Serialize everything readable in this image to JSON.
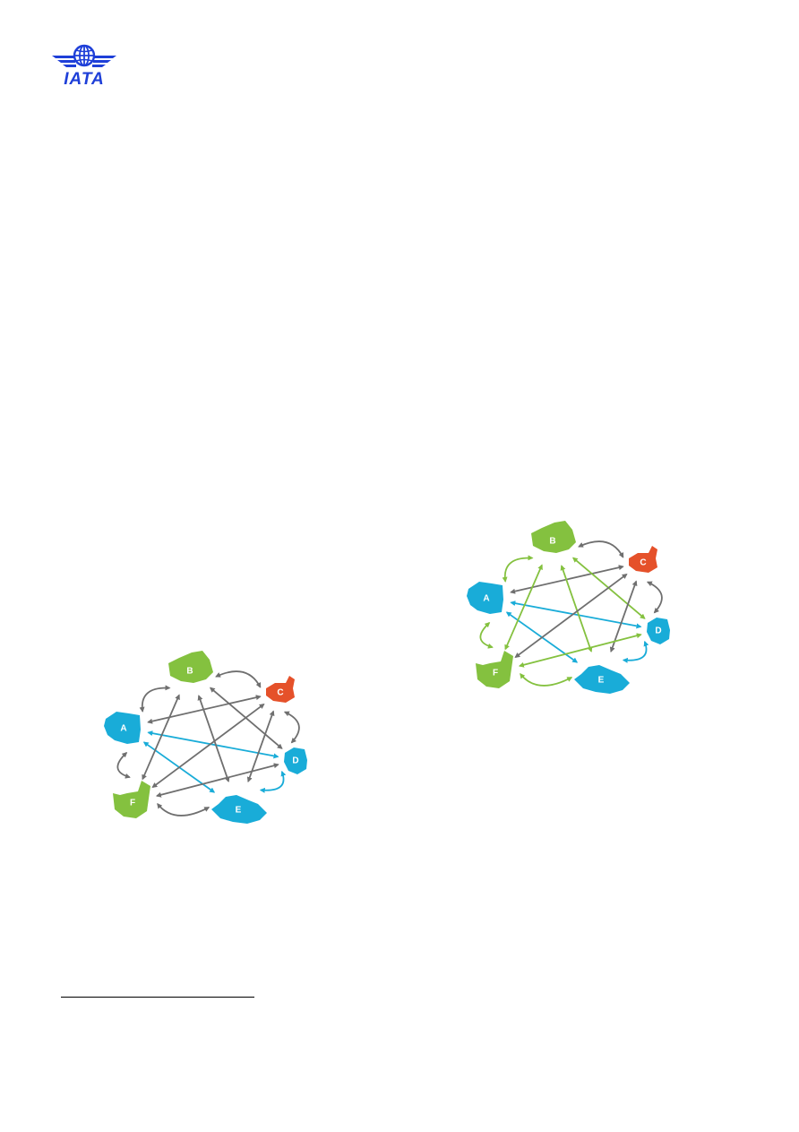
{
  "header": {
    "logo_text": "IATA",
    "logo_icon": "globe-wings-icon",
    "logo_color": "#1e3fd8"
  },
  "colors": {
    "blue": "#19acd8",
    "green": "#84c13f",
    "orange": "#e5512a",
    "grey": "#6f6f6f",
    "label": "#ffffff"
  },
  "diagrams": [
    {
      "nodes": [
        {
          "id": "A",
          "label": "A",
          "color": "blue"
        },
        {
          "id": "B",
          "label": "B",
          "color": "green"
        },
        {
          "id": "C",
          "label": "C",
          "color": "orange"
        },
        {
          "id": "D",
          "label": "D",
          "color": "blue"
        },
        {
          "id": "E",
          "label": "E",
          "color": "blue"
        },
        {
          "id": "F",
          "label": "F",
          "color": "green"
        }
      ],
      "links": [
        {
          "from": "A",
          "to": "B",
          "color": "grey",
          "curved": true
        },
        {
          "from": "B",
          "to": "C",
          "color": "grey",
          "curved": true
        },
        {
          "from": "C",
          "to": "D",
          "color": "grey",
          "curved": true
        },
        {
          "from": "D",
          "to": "E",
          "color": "blue",
          "curved": true
        },
        {
          "from": "E",
          "to": "F",
          "color": "grey",
          "curved": true
        },
        {
          "from": "F",
          "to": "A",
          "color": "grey",
          "curved": true
        },
        {
          "from": "A",
          "to": "C",
          "color": "grey",
          "curved": false
        },
        {
          "from": "A",
          "to": "D",
          "color": "blue",
          "curved": false
        },
        {
          "from": "A",
          "to": "E",
          "color": "blue",
          "curved": false
        },
        {
          "from": "B",
          "to": "D",
          "color": "grey",
          "curved": false
        },
        {
          "from": "B",
          "to": "E",
          "color": "grey",
          "curved": false
        },
        {
          "from": "B",
          "to": "F",
          "color": "grey",
          "curved": false
        },
        {
          "from": "C",
          "to": "E",
          "color": "grey",
          "curved": false
        },
        {
          "from": "C",
          "to": "F",
          "color": "grey",
          "curved": false
        },
        {
          "from": "D",
          "to": "F",
          "color": "grey",
          "curved": false
        }
      ]
    },
    {
      "nodes": [
        {
          "id": "A",
          "label": "A",
          "color": "blue"
        },
        {
          "id": "B",
          "label": "B",
          "color": "green"
        },
        {
          "id": "C",
          "label": "C",
          "color": "orange"
        },
        {
          "id": "D",
          "label": "D",
          "color": "blue"
        },
        {
          "id": "E",
          "label": "E",
          "color": "blue"
        },
        {
          "id": "F",
          "label": "F",
          "color": "green"
        }
      ],
      "links": [
        {
          "from": "A",
          "to": "B",
          "color": "green",
          "curved": true
        },
        {
          "from": "B",
          "to": "C",
          "color": "grey",
          "curved": true
        },
        {
          "from": "C",
          "to": "D",
          "color": "grey",
          "curved": true
        },
        {
          "from": "D",
          "to": "E",
          "color": "blue",
          "curved": true
        },
        {
          "from": "E",
          "to": "F",
          "color": "green",
          "curved": true
        },
        {
          "from": "F",
          "to": "A",
          "color": "green",
          "curved": true
        },
        {
          "from": "A",
          "to": "C",
          "color": "grey",
          "curved": false
        },
        {
          "from": "A",
          "to": "D",
          "color": "blue",
          "curved": false
        },
        {
          "from": "A",
          "to": "E",
          "color": "blue",
          "curved": false
        },
        {
          "from": "B",
          "to": "D",
          "color": "green",
          "curved": false
        },
        {
          "from": "B",
          "to": "E",
          "color": "green",
          "curved": false
        },
        {
          "from": "B",
          "to": "F",
          "color": "green",
          "curved": false
        },
        {
          "from": "C",
          "to": "E",
          "color": "grey",
          "curved": false
        },
        {
          "from": "C",
          "to": "F",
          "color": "grey",
          "curved": false
        },
        {
          "from": "D",
          "to": "F",
          "color": "green",
          "curved": false
        }
      ]
    }
  ]
}
